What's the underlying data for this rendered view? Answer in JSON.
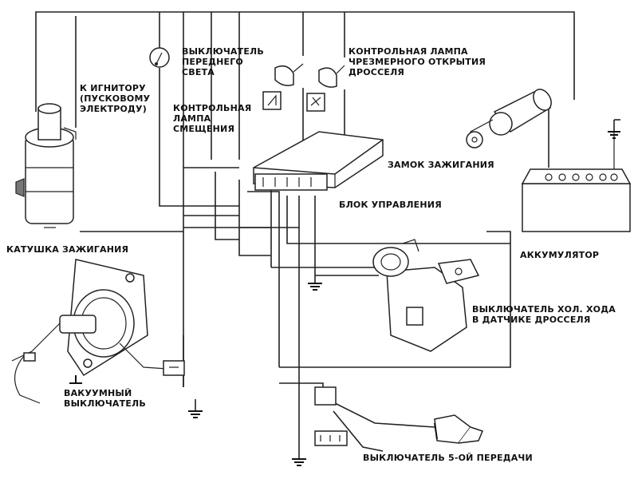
{
  "labels": {
    "igniter": "К ИГНИТОРУ\n(ПУСКОВОМУ\nЭЛЕКТРОДУ)",
    "headlight_switch": "ВЫКЛЮЧАТЕЛЬ\nПЕРЕДНЕГО\nСВЕТА",
    "throttle_lamp": "КОНТРОЛЬНАЯ ЛАМПА\nЧРЕЗМЕРНОГО ОТКРЫТИЯ\nДРОССЕЛЯ",
    "offset_lamp": "КОНТРОЛЬНАЯ\nЛАМПА\nСМЕЩЕНИЯ",
    "ignition_lock": "ЗАМОК ЗАЖИГАНИЯ",
    "control_unit": "БЛОК УПРАВЛЕНИЯ",
    "ignition_coil": "КАТУШКА ЗАЖИГАНИЯ",
    "battery": "АККУМУЛЯТОР",
    "idle_switch": "ВЫКЛЮЧАТЕЛЬ ХОЛ. ХОДА\nВ ДАТЧИКЕ ДРОССЕЛЯ",
    "vacuum_switch": "ВАКУУМНЫЙ\nВЫКЛЮЧАТЕЛЬ",
    "fifth_gear_switch": "ВЫКЛЮЧАТЕЛЬ 5-ОЙ ПЕРЕДАЧИ"
  },
  "icons": {
    "coil": "ignition-coil-icon",
    "battery": "battery-icon",
    "key": "ignition-key-icon",
    "control_unit": "control-unit-icon",
    "idle": "throttle-position-sensor-icon",
    "vacuum": "vacuum-switch-icon",
    "fifth": "gear-switch-icon",
    "lamp": "indicator-lamp-icon",
    "ground": "ground-icon",
    "switch": "headlight-switch-icon"
  }
}
